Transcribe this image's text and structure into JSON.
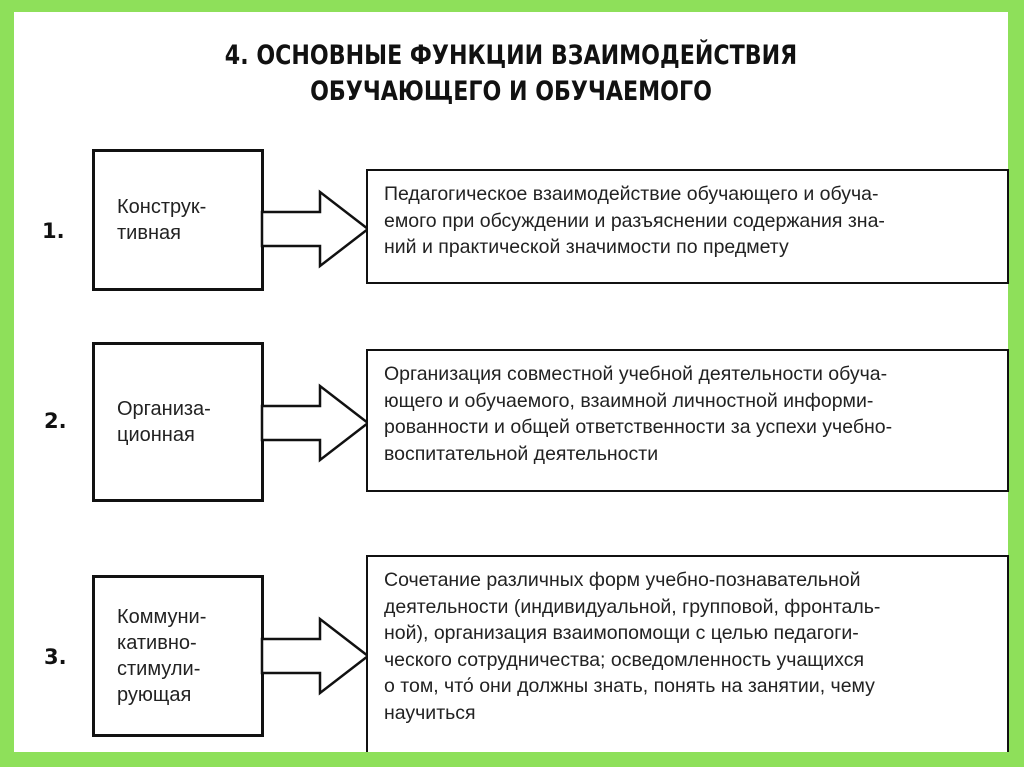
{
  "title": {
    "line1": "4. ОСНОВНЫЕ ФУНКЦИИ ВЗАИМОДЕЙСТВИЯ",
    "line2": "ОБУЧАЮЩЕГО И ОБУЧАЕМОГО"
  },
  "rows": [
    {
      "number": "1.",
      "label": [
        "Конструк-",
        "тивная"
      ],
      "description": [
        "Педагогическое взаимодействие обучающего и обуча-",
        "емого при обсуждении и разъяснении содержания зна-",
        "ний и практической значимости по предмету"
      ]
    },
    {
      "number": "2.",
      "label": [
        "Организа-",
        "ционная"
      ],
      "description": [
        "Организация совместной учебной деятельности обуча-",
        "ющего и обучаемого, взаимной личностной информи-",
        "рованности и общей ответственности за успехи учебно-",
        "воспитательной деятельности"
      ]
    },
    {
      "number": "3.",
      "label": [
        "Коммуни-",
        "кативно-",
        "стимули-",
        "рующая"
      ],
      "description": [
        "Сочетание различных форм учебно-познавательной",
        "деятельности (индивидуальной, групповой, фронталь-",
        "ной), организация взаимопомощи с целью педагоги-",
        "ческого сотрудничества; осведомленность учащихся",
        "о том, что́ они должны знать, понять на занятии, чему",
        "научиться"
      ]
    }
  ]
}
